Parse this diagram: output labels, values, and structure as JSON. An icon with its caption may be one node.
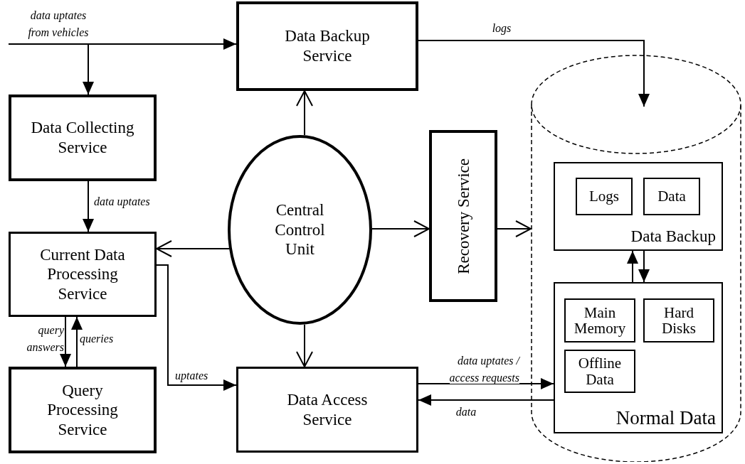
{
  "diagram": {
    "nodes": [
      {
        "text": [
          "Data Backup Service"
        ]
      },
      {
        "text": [
          "Data Collecting Service"
        ]
      },
      {
        "text": [
          "Current Data Processing Service"
        ]
      },
      {
        "text": [
          "Query Processing Service"
        ]
      },
      {
        "text": [
          "Central Control Unit"
        ]
      },
      {
        "text": [
          "Recovery Service"
        ]
      },
      {
        "text": [
          "Data Access Service"
        ]
      },
      {
        "text": [],
        "shape": "cylinder"
      },
      {
        "text": [
          "Data Backup"
        ],
        "in": 7
      },
      {
        "text": [
          "Logs"
        ],
        "in": 8
      },
      {
        "text": [
          "Data"
        ],
        "in": 8
      },
      {
        "text": [
          "Normal Data"
        ],
        "in": 7
      },
      {
        "text": [
          "Main Memory"
        ],
        "in": 11
      },
      {
        "text": [
          "Hard Disks"
        ],
        "in": 11
      },
      {
        "text": [
          "Offline Data"
        ],
        "in": 11
      }
    ],
    "edges": [
      {
        "from": null,
        "to": 0,
        "arrow": "to",
        "label": "data uptates from vehicles"
      },
      {
        "from": null,
        "to": 1,
        "arrow": "to"
      },
      {
        "from": 1,
        "to": 2,
        "arrow": "to",
        "label": "data uptates"
      },
      {
        "from": 2,
        "to": 3,
        "arrow": "to",
        "label": "query answers"
      },
      {
        "from": 3,
        "to": 2,
        "arrow": "to",
        "label": "queries"
      },
      {
        "from": 2,
        "to": 6,
        "arrow": "to",
        "label": "uptates"
      },
      {
        "from": 4,
        "to": 0,
        "arrow": "to"
      },
      {
        "from": 4,
        "to": 2,
        "arrow": "to"
      },
      {
        "from": 4,
        "to": 6,
        "arrow": "to"
      },
      {
        "from": 4,
        "to": 5,
        "arrow": "to"
      },
      {
        "from": 5,
        "to": 7,
        "arrow": "to"
      },
      {
        "from": 0,
        "to": 7,
        "arrow": "to",
        "label": "logs"
      },
      {
        "from": 6,
        "to": 11,
        "arrow": "to",
        "label": "data uptates / access requests"
      },
      {
        "from": 11,
        "to": 6,
        "arrow": "to",
        "label": "data"
      },
      {
        "from": 11,
        "to": 8,
        "arrow": "to"
      },
      {
        "from": 8,
        "to": 11,
        "arrow": "to"
      }
    ]
  }
}
